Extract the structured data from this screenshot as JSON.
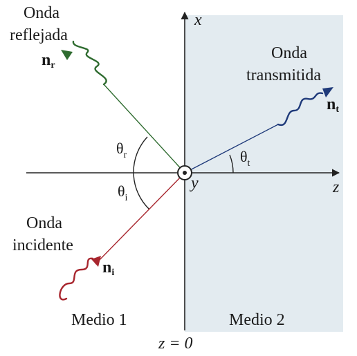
{
  "colors": {
    "medium2_fill": "#e3ebf0",
    "axis": "#222222",
    "reflected": "#2e6b2f",
    "transmitted": "#1f3a7a",
    "incident": "#a8262e"
  },
  "axes": {
    "x_label": "x",
    "y_label": "y",
    "z_label": "z",
    "boundary_label": "z = 0"
  },
  "media": {
    "medium1": "Medio 1",
    "medium2": "Medio 2"
  },
  "waves": {
    "reflected": {
      "line1": "Onda",
      "line2": "reflejada",
      "vector": "n",
      "vector_sub": "r",
      "angle": "θ",
      "angle_sub": "r"
    },
    "transmitted": {
      "line1": "Onda",
      "line2": "transmitida",
      "vector": "n",
      "vector_sub": "t",
      "angle": "θ",
      "angle_sub": "t"
    },
    "incident": {
      "line1": "Onda",
      "line2": "incidente",
      "vector": "n",
      "vector_sub": "i",
      "angle": "θ",
      "angle_sub": "i"
    }
  }
}
